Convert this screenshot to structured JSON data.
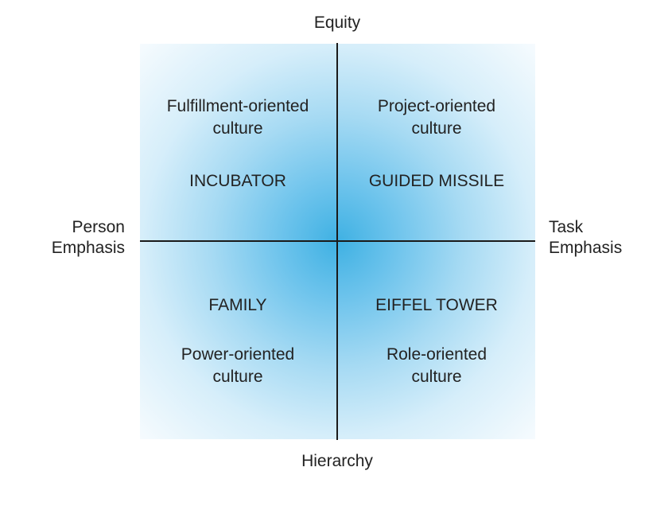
{
  "axes": {
    "top": "Equity",
    "bottom": "Hierarchy",
    "left": [
      "Person",
      "Emphasis"
    ],
    "right": [
      "Task",
      "Emphasis"
    ]
  },
  "quadrants": {
    "top_left": {
      "culture": [
        "Fulfillment-oriented",
        "culture"
      ],
      "metaphor": "INCUBATOR"
    },
    "top_right": {
      "culture": [
        "Project-oriented",
        "culture"
      ],
      "metaphor": "GUIDED MISSILE"
    },
    "bottom_left": {
      "metaphor": "FAMILY",
      "culture": [
        "Power-oriented",
        "culture"
      ]
    },
    "bottom_right": {
      "metaphor": "EIFFEL TOWER",
      "culture": [
        "Role-oriented",
        "culture"
      ]
    }
  },
  "colors": {
    "center": "#3fb1e3",
    "edge": "#f6fbfe",
    "axis_line": "#1a1a1a"
  }
}
